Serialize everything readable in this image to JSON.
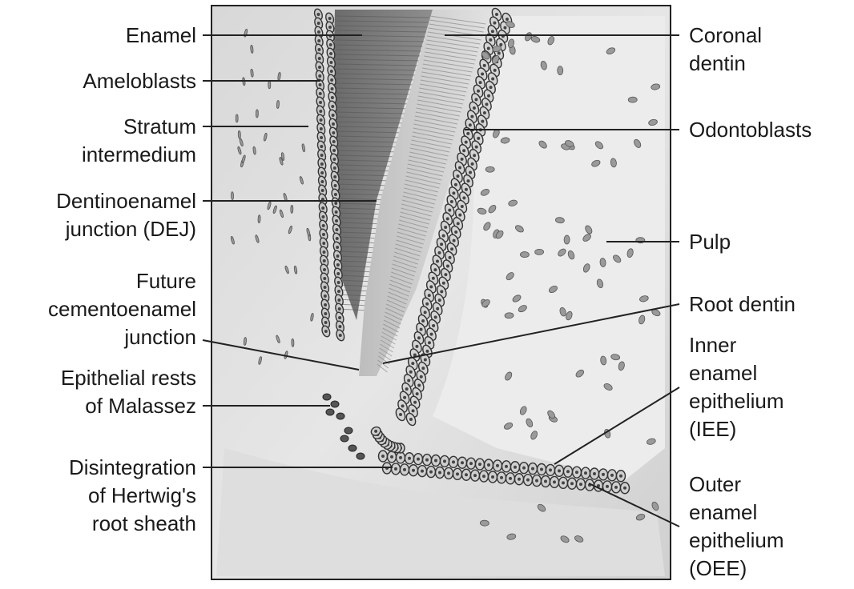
{
  "figure": {
    "labels_left": [
      {
        "id": "enamel",
        "text": "Enamel"
      },
      {
        "id": "ameloblasts",
        "text": "Ameloblasts"
      },
      {
        "id": "stratum-intermedium",
        "text": "Stratum\nintermedium"
      },
      {
        "id": "dej",
        "text": "Dentinoenamel\njunction (DEJ)"
      },
      {
        "id": "future-cej",
        "text": "Future\ncementoenamel\njunction"
      },
      {
        "id": "malassez",
        "text": "Epithelial rests\nof Malassez"
      },
      {
        "id": "hertwig",
        "text": "Disintegration\nof Hertwig's\nroot sheath"
      }
    ],
    "labels_right": [
      {
        "id": "coronal-dentin",
        "text": "Coronal\ndentin"
      },
      {
        "id": "odontoblasts",
        "text": "Odontoblasts"
      },
      {
        "id": "pulp",
        "text": "Pulp"
      },
      {
        "id": "root-dentin",
        "text": "Root dentin"
      },
      {
        "id": "iee",
        "text": "Inner\nenamel\nepithelium\n(IEE)"
      },
      {
        "id": "oee",
        "text": "Outer\nenamel\nepithelium\n(OEE)"
      }
    ]
  }
}
